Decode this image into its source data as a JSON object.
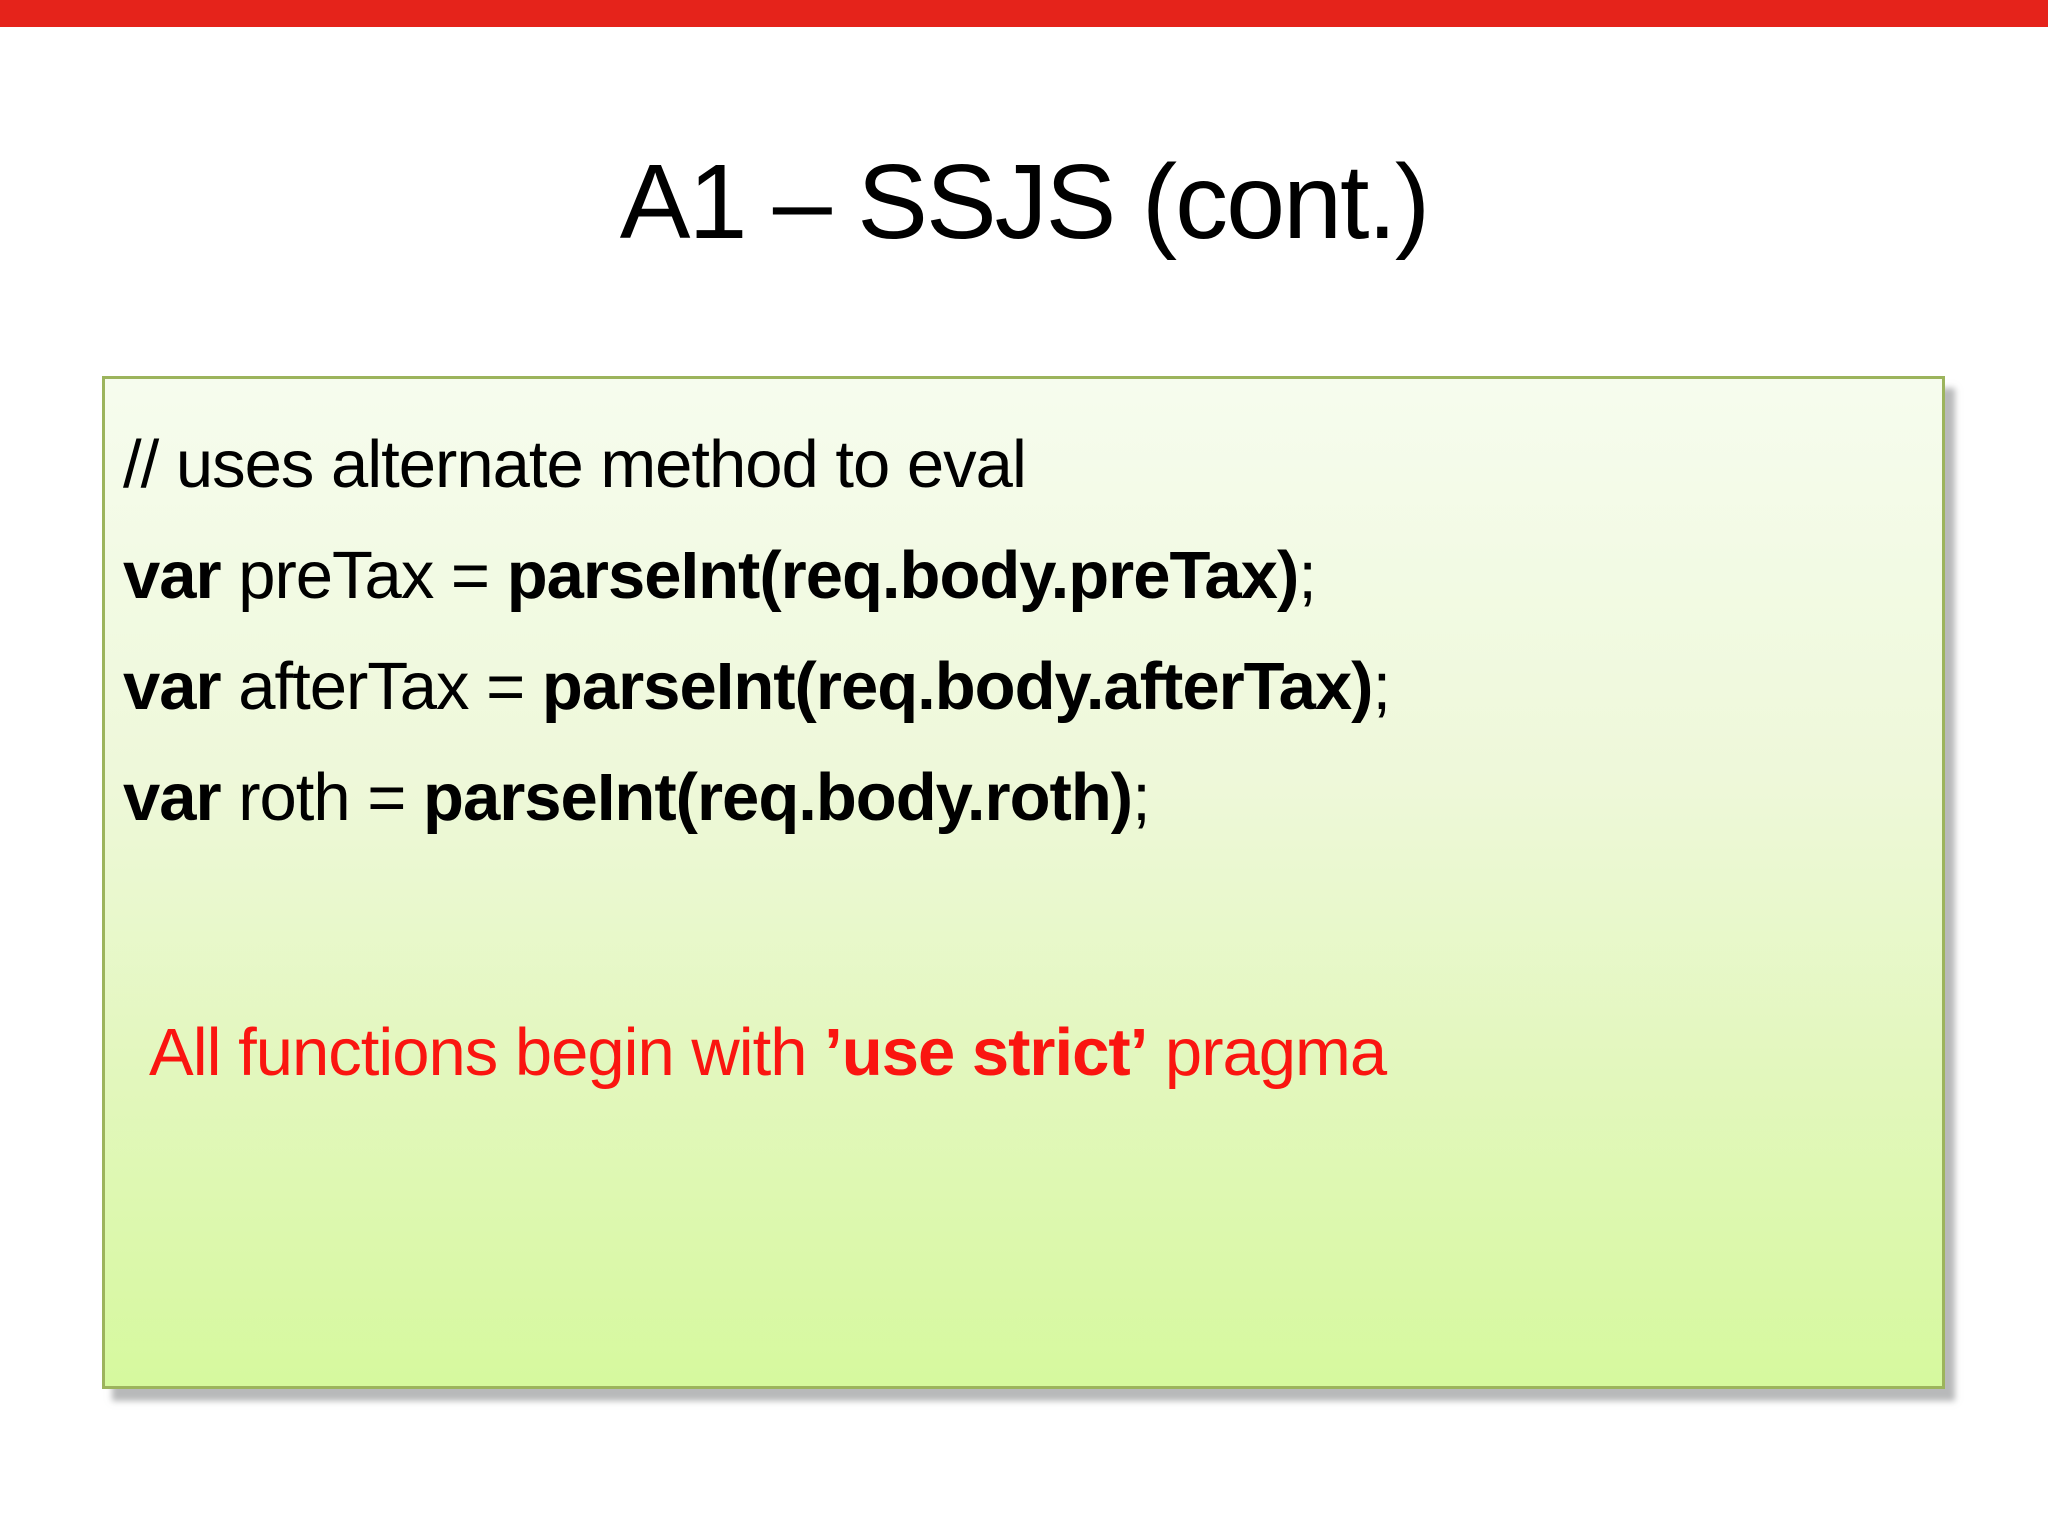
{
  "top_bar": {
    "color": "#e5231b"
  },
  "title": "A1 – SSJS (cont.)",
  "code_box": {
    "comment": "// uses alternate method to eval",
    "statements": [
      {
        "keyword": "var",
        "variable": " preTax = ",
        "expression": "parseInt(req.body.preTax)",
        "terminator": ";"
      },
      {
        "keyword": "var",
        "variable": " afterTax = ",
        "expression": "parseInt(req.body.afterTax)",
        "terminator": ";"
      },
      {
        "keyword": "var",
        "variable": " roth = ",
        "expression": "parseInt(req.body.roth)",
        "terminator": ";"
      }
    ],
    "note": {
      "prefix": "All functions begin with ",
      "emphasis": "’use strict’",
      "suffix": " pragma"
    },
    "colors": {
      "panel_border": "#9cb45c",
      "panel_gradient_top": "#f6fcee",
      "panel_gradient_bottom": "#d6f99e",
      "code_text": "#000000",
      "note_text": "#fa1510",
      "shadow": "#7d8082"
    }
  }
}
